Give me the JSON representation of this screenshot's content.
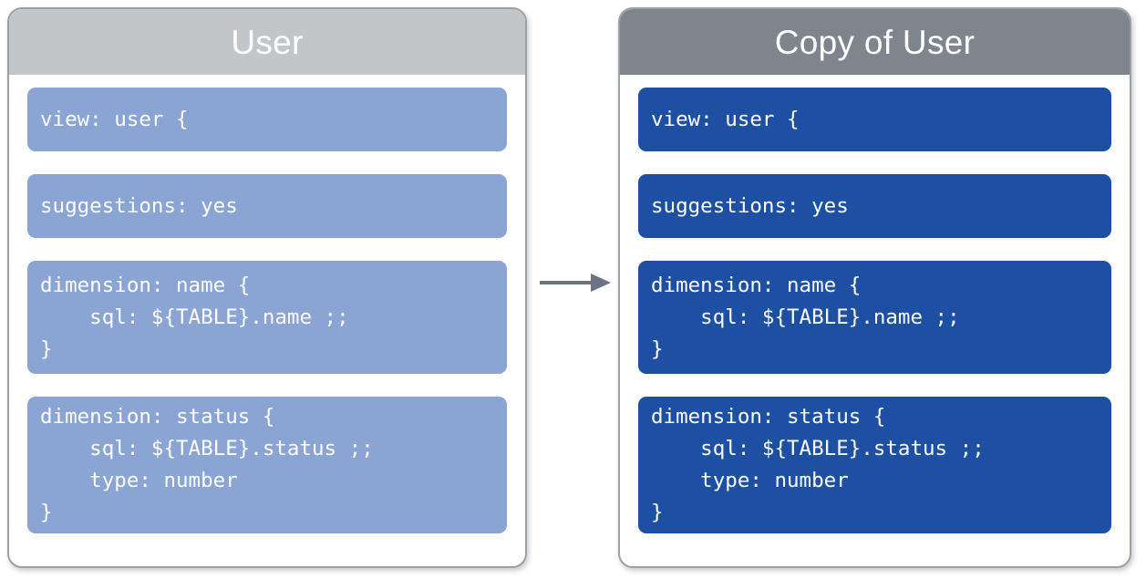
{
  "colors": {
    "panel_border": "#9aa0a6",
    "left_header_bg": "#c2c6c9",
    "right_header_bg": "#7f858c",
    "left_block_bg": "#8aa4d4",
    "right_block_bg": "#1d50a2",
    "block_text": "#ffffff",
    "arrow": "#6b7280",
    "page_bg": "#ffffff"
  },
  "diagram": {
    "type": "copy-flow",
    "arrow": {
      "name": "copy-arrow",
      "direction": "right",
      "label": ""
    },
    "panels": [
      {
        "id": "source",
        "title": "User",
        "blocks": [
          {
            "id": "view",
            "lines": 1,
            "text": "view: user {"
          },
          {
            "id": "suggestions",
            "lines": 1,
            "text": "suggestions: yes"
          },
          {
            "id": "dim-name",
            "lines": 3,
            "text": "dimension: name {\n    sql: ${TABLE}.name ;;\n}"
          },
          {
            "id": "dim-status",
            "lines": 4,
            "text": "dimension: status {\n    sql: ${TABLE}.status ;;\n    type: number\n}"
          }
        ]
      },
      {
        "id": "copy",
        "title": "Copy of User",
        "blocks": [
          {
            "id": "view",
            "lines": 1,
            "text": "view: user {"
          },
          {
            "id": "suggestions",
            "lines": 1,
            "text": "suggestions: yes"
          },
          {
            "id": "dim-name",
            "lines": 3,
            "text": "dimension: name {\n    sql: ${TABLE}.name ;;\n}"
          },
          {
            "id": "dim-status",
            "lines": 4,
            "text": "dimension: status {\n    sql: ${TABLE}.status ;;\n    type: number\n}"
          }
        ]
      }
    ]
  }
}
